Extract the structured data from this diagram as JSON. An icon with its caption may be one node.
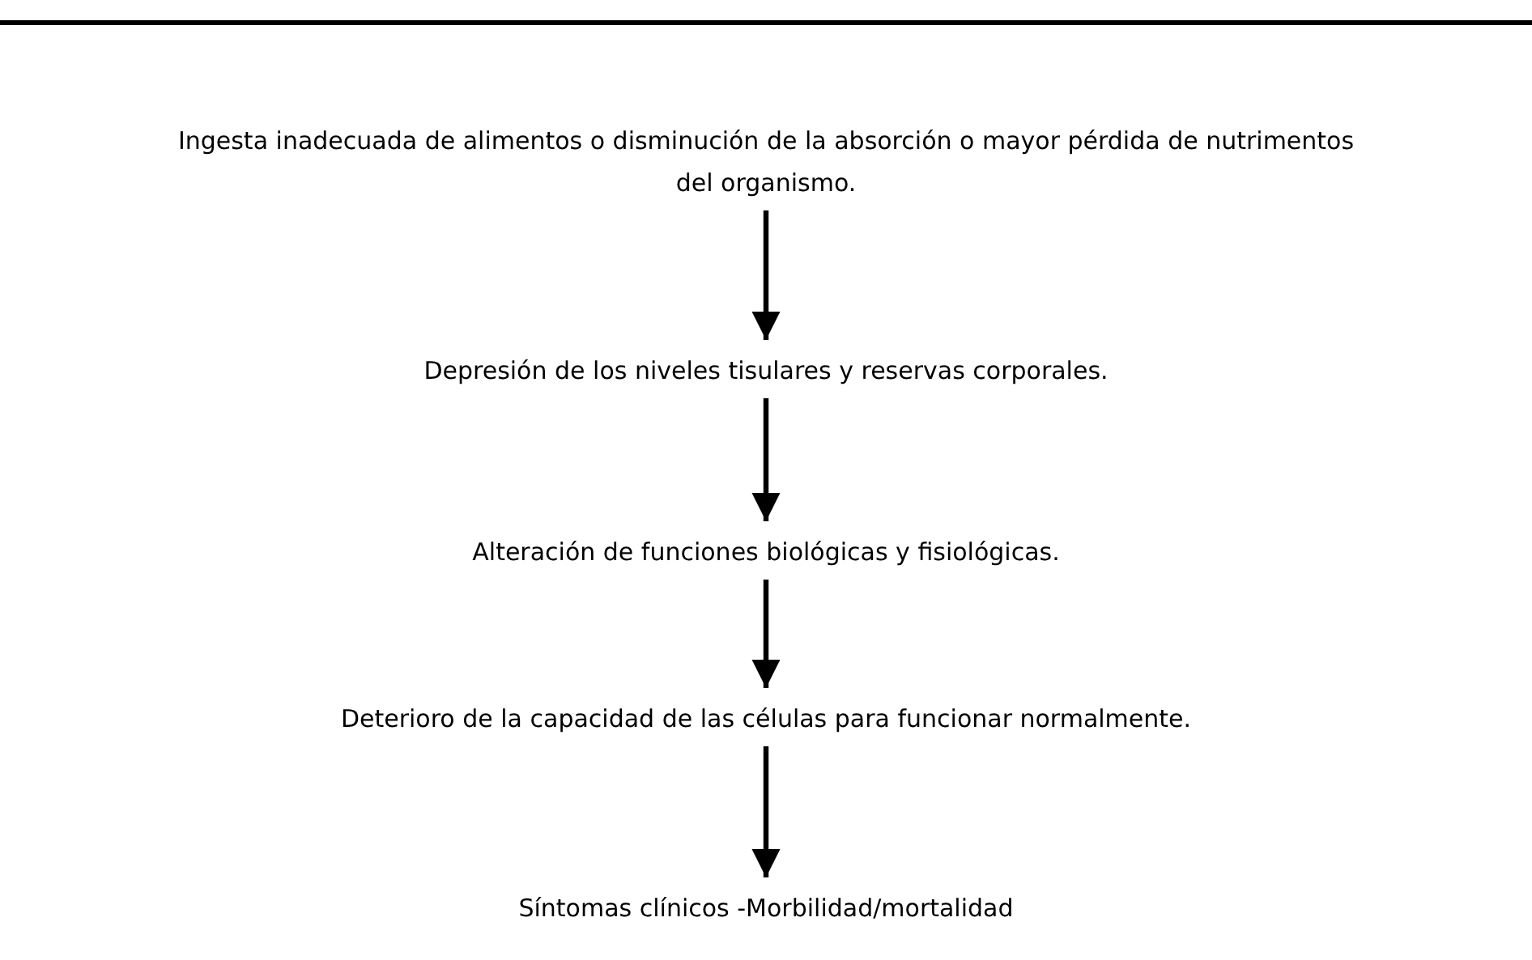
{
  "diagram": {
    "nodes": [
      {
        "text": [
          "Ingesta inadecuada de alimentos o disminución de la absorción o mayor pérdida de nutrimentos del organismo."
        ]
      },
      {
        "text": [
          "Depresión de los niveles tisulares y reservas corporales."
        ]
      },
      {
        "text": [
          "Alteración de funciones biológicas y fisiológicas."
        ]
      },
      {
        "text": [
          "Deterioro de la capacidad de las células para funcionar normalmente."
        ]
      },
      {
        "text": [
          "Síntomas clínicos -Morbilidad/mortalidad"
        ]
      }
    ],
    "edges": [
      {
        "from": 0,
        "to": 1,
        "arrow": "to"
      },
      {
        "from": 1,
        "to": 2,
        "arrow": "to"
      },
      {
        "from": 2,
        "to": 3,
        "arrow": "to"
      },
      {
        "from": 3,
        "to": 4,
        "arrow": "to"
      }
    ]
  }
}
